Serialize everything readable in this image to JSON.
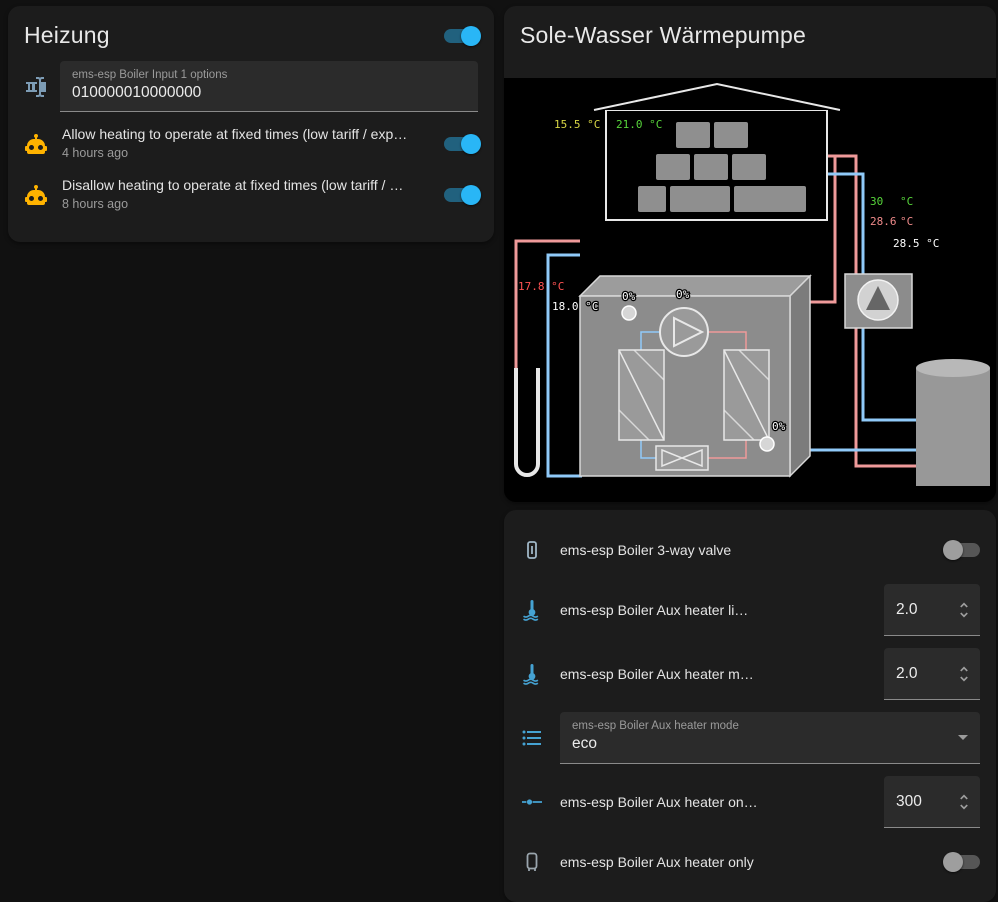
{
  "heizung_card": {
    "title": "Heizung",
    "master_switch_on": true,
    "text_field": {
      "label": "ems-esp Boiler Input 1 options",
      "value": "010000010000000"
    },
    "automations": [
      {
        "name": "Allow heating to operate at fixed times (low tariff / exp…",
        "last_triggered": "4 hours ago",
        "on": true
      },
      {
        "name": "Disallow heating to operate at fixed times (low tariff / …",
        "last_triggered": "8 hours ago",
        "on": true
      }
    ]
  },
  "heatpump_card": {
    "title": "Sole-Wasser Wärmepumpe",
    "diagram": {
      "outdoor_temp": "15.5 °C",
      "room_temp": "21.0 °C",
      "flow_value": "30",
      "flow_unit": "°C",
      "return_value": "28.6",
      "return_unit": "°C",
      "tank_temp": "28.5 °C",
      "brine_in": "17.8 °C",
      "brine_out": "18.0 °C",
      "pump_a": "0%",
      "pump_b": "0%",
      "pump_c": "0%"
    }
  },
  "controls_card": {
    "rows": [
      {
        "name": "ems-esp Boiler 3-way valve",
        "on": false
      },
      {
        "name": "ems-esp Boiler Aux heater li…",
        "value": "2.0"
      },
      {
        "name": "ems-esp Boiler Aux heater m…",
        "value": "2.0"
      },
      {
        "name": "ems-esp Boiler Aux heater mode",
        "value": "eco"
      },
      {
        "name": "ems-esp Boiler Aux heater on…",
        "value": "300"
      },
      {
        "name": "ems-esp Boiler Aux heater only",
        "on": false
      }
    ]
  },
  "colors": {
    "accent": "#29b6f6",
    "warm_pipe": "#ef9a9a",
    "cold_pipe": "#90caf9",
    "robot_icon": "#ffb300",
    "entity_icon": "#45a2d2"
  }
}
